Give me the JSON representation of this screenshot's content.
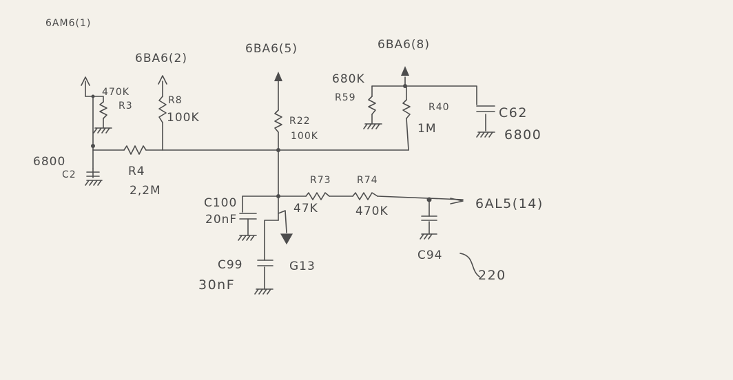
{
  "labels": {
    "tube_6am6": "6AM6(1)",
    "tube_6ba6_2": "6BA6(2)",
    "tube_6ba6_5": "6BA6(5)",
    "tube_6ba6_8": "6BA6(8)",
    "r3_value": "470K",
    "r3_name": "R3",
    "r8_name": "R8",
    "r8_value": "100K",
    "c2_value": "6800",
    "c2_name": "C2",
    "r4_name": "R4",
    "r4_value": "2,2M",
    "r22_name": "R22",
    "r22_value": "100K",
    "r59_value": "680K",
    "r59_name": "R59",
    "r40_name": "R40",
    "r40_value": "1M",
    "c62_name": "C62",
    "c62_value": "6800",
    "r73_name": "R73",
    "r73_value": "47K",
    "r74_name": "R74",
    "r74_value": "470K",
    "c100_name": "C100",
    "c100_value": "20nF",
    "c99_name": "C99",
    "c99_value": "30nF",
    "g13_name": "G13",
    "c94_name": "C94",
    "c94_value": "220",
    "tube_6al5": "6AL5(14)"
  }
}
